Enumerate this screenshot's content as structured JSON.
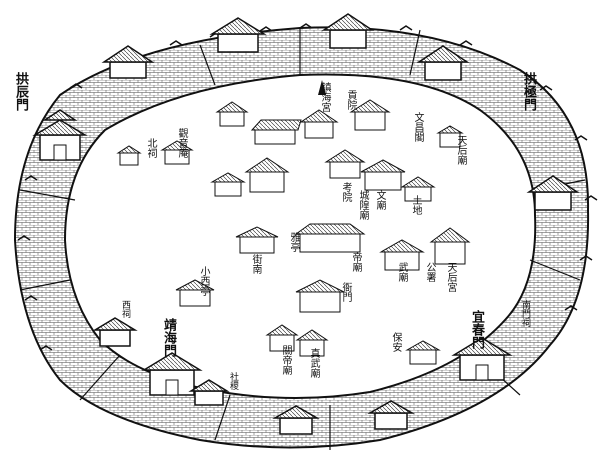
{
  "map": {
    "labels": {
      "gate_gonchen": "拱辰門",
      "gate_gongji": "拱極門",
      "gate_jinghai": "靖海門",
      "gate_yichun": "宜春門",
      "guanyin_an": "觀音庵",
      "tiandi_miao": "天后廟",
      "xiaoxi_ting": "小西亭",
      "zhenhai_gong": "鎮海宮",
      "gongyuan": "貢院",
      "wenchang_ge": "文昌閣",
      "gong_shu": "公署",
      "kaoyuan": "考院",
      "jie_nan": "街南",
      "ya_ting": "雅亭",
      "yamen": "衙門",
      "dishui_miao": "帝廟",
      "tianhou_gong": "天后宮",
      "guandi_miao": "關帝廟",
      "zhenwu_miao": "真武廟",
      "bao_an": "保安",
      "shexiang": "社稷",
      "wumiao": "武廟",
      "wenmiao": "文廟",
      "chenghuang": "城隍廟",
      "tudi": "土地",
      "nanmen_ci": "南門祠",
      "xi_ci": "西祠",
      "bei_ci": "北祠"
    }
  }
}
